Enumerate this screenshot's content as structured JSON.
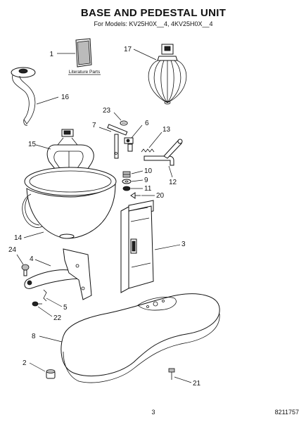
{
  "header": {
    "title": "BASE AND PEDESTAL UNIT",
    "subtitle": "For Models: KV25H0X__4, 4KV25H0X__4"
  },
  "literature": {
    "label": "Literature Parts"
  },
  "callouts": {
    "c1": "1",
    "c2": "2",
    "c3": "3",
    "c4": "4",
    "c5": "5",
    "c6": "6",
    "c7": "7",
    "c8": "8",
    "c9": "9",
    "c10": "10",
    "c11": "11",
    "c12": "12",
    "c13": "13",
    "c14": "14",
    "c15": "15",
    "c16": "16",
    "c17": "17",
    "c20": "20",
    "c21": "21",
    "c22": "22",
    "c23": "23",
    "c24": "24"
  },
  "footer": {
    "page_number": "3",
    "doc_number": "8211757"
  }
}
